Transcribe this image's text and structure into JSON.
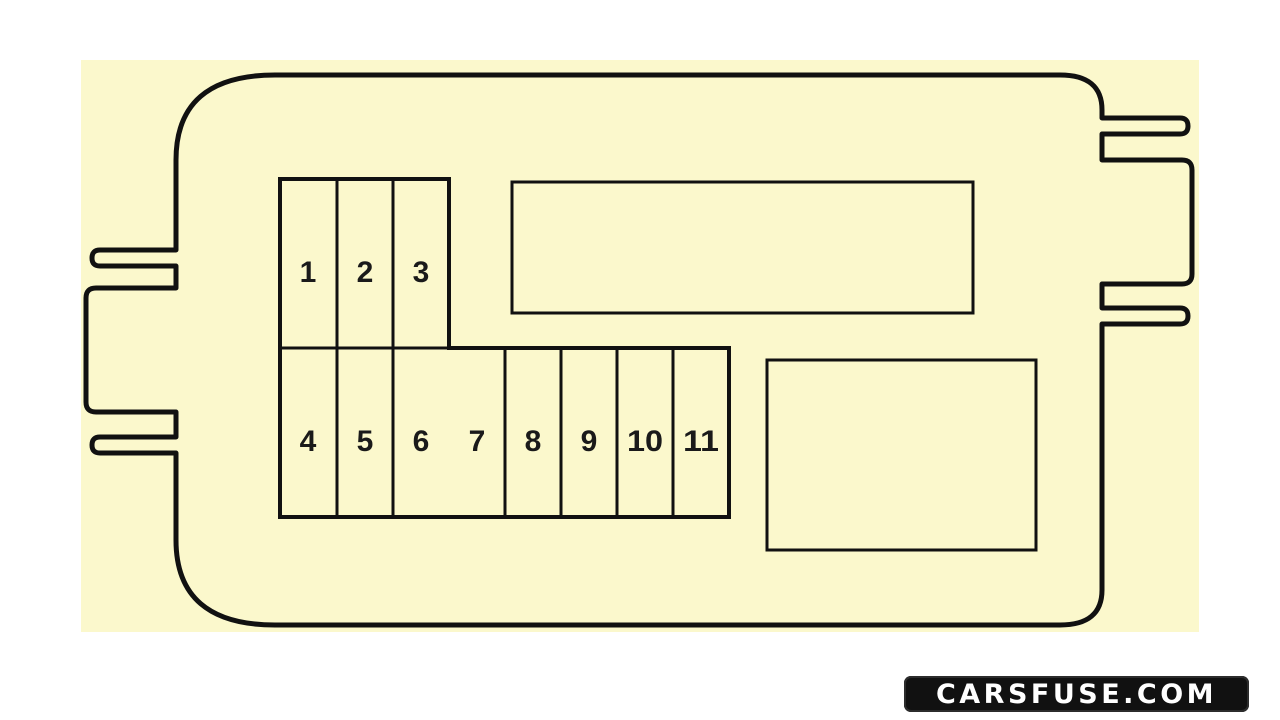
{
  "diagram": {
    "colors": {
      "background": "#fbf8cc",
      "outline": "#111111",
      "watermark_bg": "#111111",
      "watermark_text": "#ffffff"
    },
    "fuses": [
      "1",
      "2",
      "3",
      "4",
      "5",
      "6",
      "7",
      "8",
      "9",
      "10",
      "11"
    ],
    "watermark": "CARSFUSE.COM"
  }
}
